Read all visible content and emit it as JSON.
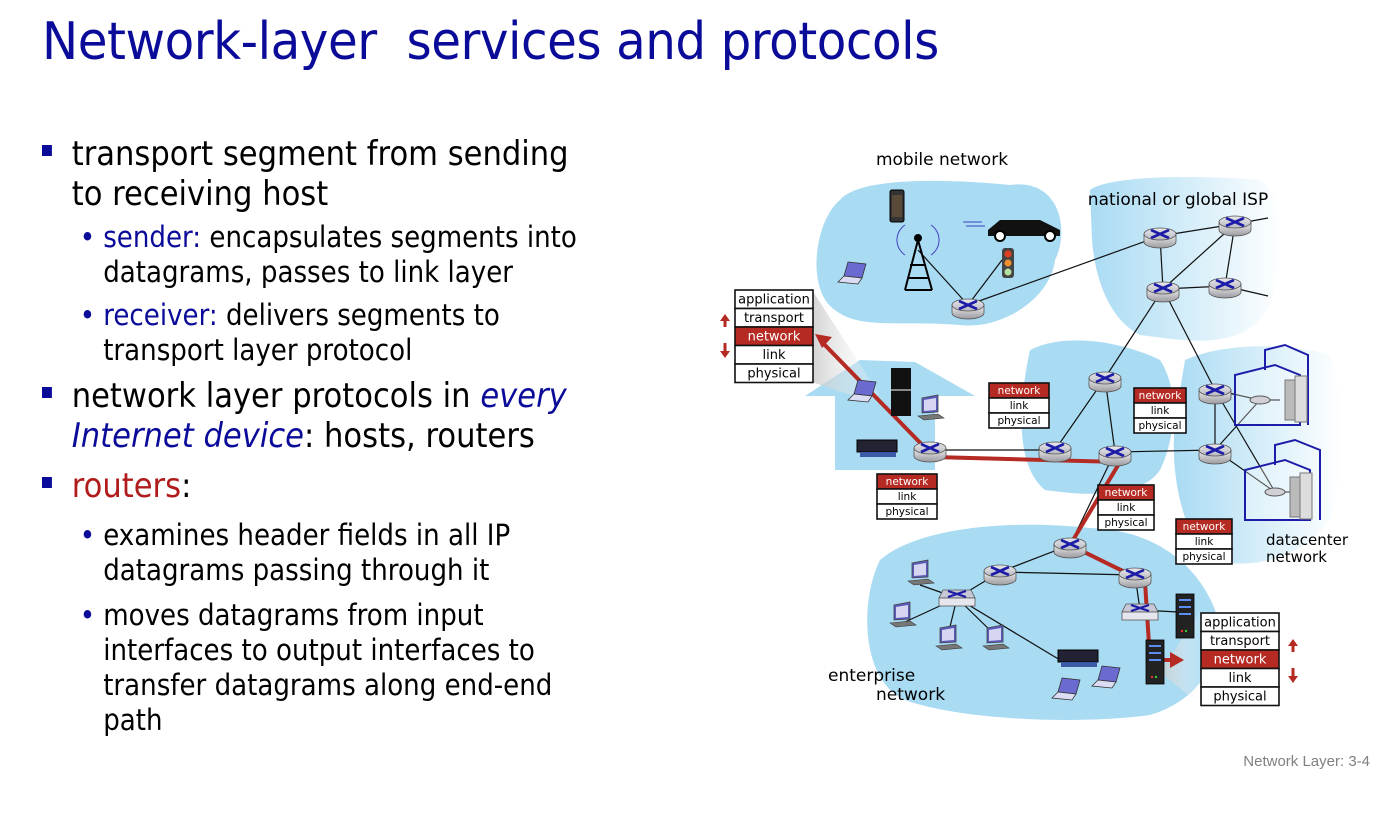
{
  "slide": {
    "title": "Network-layer  services and protocols",
    "footer": "Network Layer: 3-4"
  },
  "bullets": [
    {
      "text": "transport segment from sending to receiving host",
      "line1": "transport segment from sending",
      "line2": "to receiving host",
      "sub": [
        {
          "label": "sender:",
          "line1": " encapsulates segments into",
          "line2": "datagrams, passes to link layer"
        },
        {
          "label": "receiver:",
          "line1": " delivers segments to",
          "line2": "transport layer protocol"
        }
      ]
    },
    {
      "line1_pre": "network layer protocols in ",
      "line1_em": "every",
      "line2_em": "Internet device",
      "line2_post": ": hosts, routers"
    },
    {
      "label": "routers",
      "post": ":",
      "sub": [
        {
          "line1": "examines header fields in all IP",
          "line2": "datagrams passing through it"
        },
        {
          "line1": "moves datagrams from input",
          "line2": "interfaces to output interfaces to",
          "line3": "transfer datagrams along end-end",
          "line4": "path"
        }
      ]
    }
  ],
  "diagram": {
    "labels": {
      "mobile": "mobile network",
      "isp": "national or global ISP",
      "datacenter1": "datacenter",
      "datacenter2": "network",
      "enterprise1": "enterprise",
      "enterprise2": "network"
    },
    "host_stack": [
      "application",
      "transport",
      "network",
      "link",
      "physical"
    ],
    "router_stack": [
      "network",
      "link",
      "physical"
    ],
    "colors": {
      "cloud": "#a9dbf3",
      "path": "#b52a22",
      "network_layer": "#b52a22",
      "router_x": "#1c1ca8",
      "title_blue": "#0b0b9a"
    }
  }
}
